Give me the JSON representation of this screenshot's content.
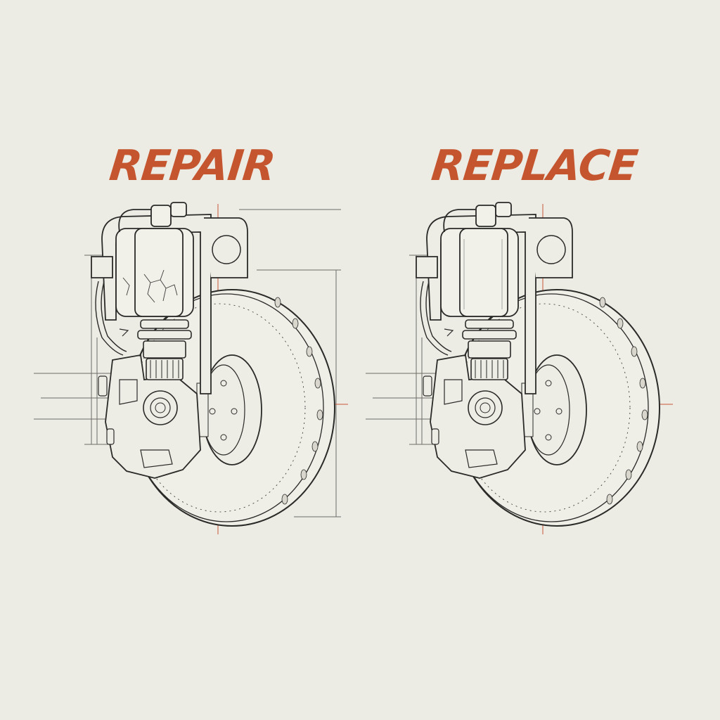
{
  "headings": {
    "left": "REPAIR",
    "right": "REPLACE"
  },
  "colors": {
    "background": "#ecebe4",
    "heading": "#c4552e",
    "linework": "#2a2a28",
    "centerline": "#c9573a",
    "guide": "#6d6d68"
  },
  "panels": [
    {
      "state": "cracked-reservoir"
    },
    {
      "state": "intact-reservoir"
    }
  ]
}
